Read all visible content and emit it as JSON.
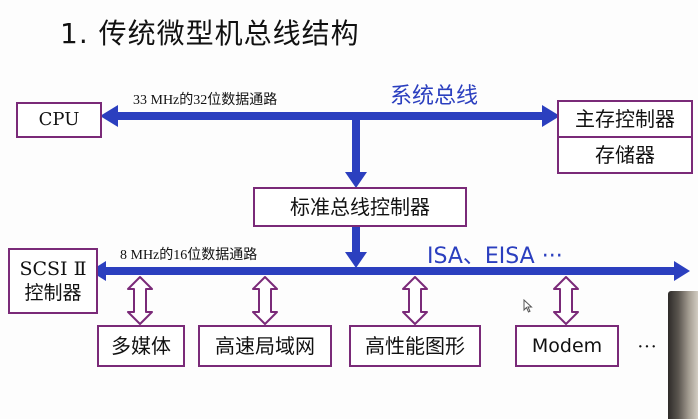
{
  "title": "1. 传统微型机总线结构",
  "system_bus": {
    "name": "系统总线",
    "label": "33 MHz的32位数据通路"
  },
  "isa_bus": {
    "name": "ISA、EISA ···",
    "label": "8 MHz的16位数据通路"
  },
  "boxes": {
    "cpu": "CPU",
    "main_mem_ctrl": "主存控制器",
    "memory": "存储器",
    "std_bus_ctrl": "标准总线控制器",
    "scsi_line1": "SCSI Ⅱ",
    "scsi_line2": "控制器",
    "multimedia": "多媒体",
    "lan": "高速局域网",
    "graphics": "高性能图形",
    "modem": "Modem"
  },
  "ellipsis": "···",
  "colors": {
    "bus": "#2b3fbf",
    "box_border": "#7a2a78",
    "connector": "#7a2a78",
    "bus_name": "#2b3fbf"
  }
}
